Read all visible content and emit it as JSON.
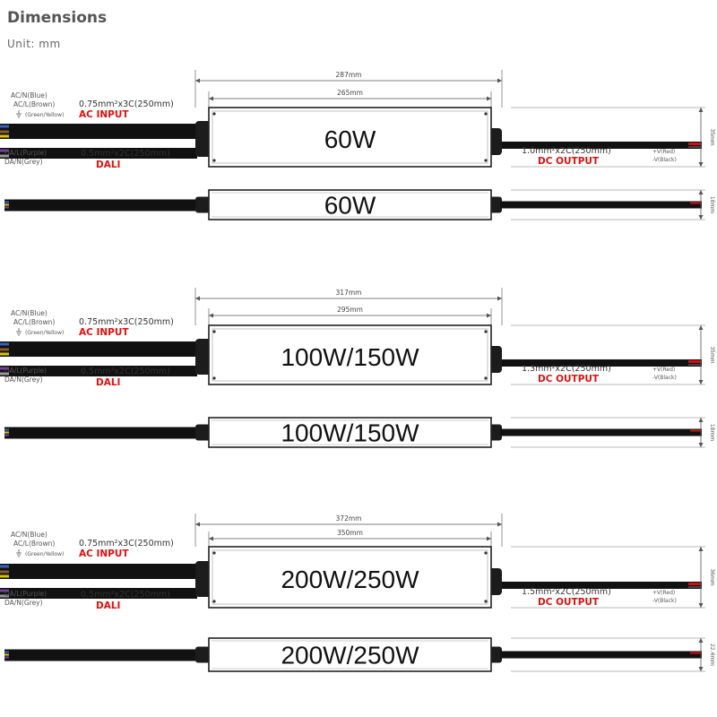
{
  "header": {
    "title": "Dimensions",
    "unit": "Unit: mm"
  },
  "labels": {
    "ac_n": "AC/N(Blue)",
    "ac_l": "AC/L(Brown)",
    "ground": "(Green/Yellow)",
    "ac_input": "AC INPUT",
    "ac_wire": "0.75mm²x3C(250mm)",
    "da_l": "DA/L(Purple)",
    "da_n": "DA/N(Grey)",
    "dali": "DALI",
    "dali_wire": "0.5mm²x2C(250mm)",
    "dc_output": "DC OUTPUT",
    "v_pos": "+V(Red)",
    "v_neg": "-V(Black)"
  },
  "models": [
    {
      "name": "60W",
      "overall": "287mm",
      "body": "265mm",
      "dc_wire": "1.0mm²x2C(250mm)",
      "height": "35mm",
      "thickness": "18mm"
    },
    {
      "name": "100W/150W",
      "overall": "317mm",
      "body": "295mm",
      "dc_wire": "1.3mm²x2C(250mm)",
      "height": "35mm",
      "thickness": "18mm"
    },
    {
      "name": "200W/250W",
      "overall": "372mm",
      "body": "350mm",
      "dc_wire": "1.5mm²x2C(250mm)",
      "height": "36mm",
      "thickness": "22.4mm"
    }
  ]
}
